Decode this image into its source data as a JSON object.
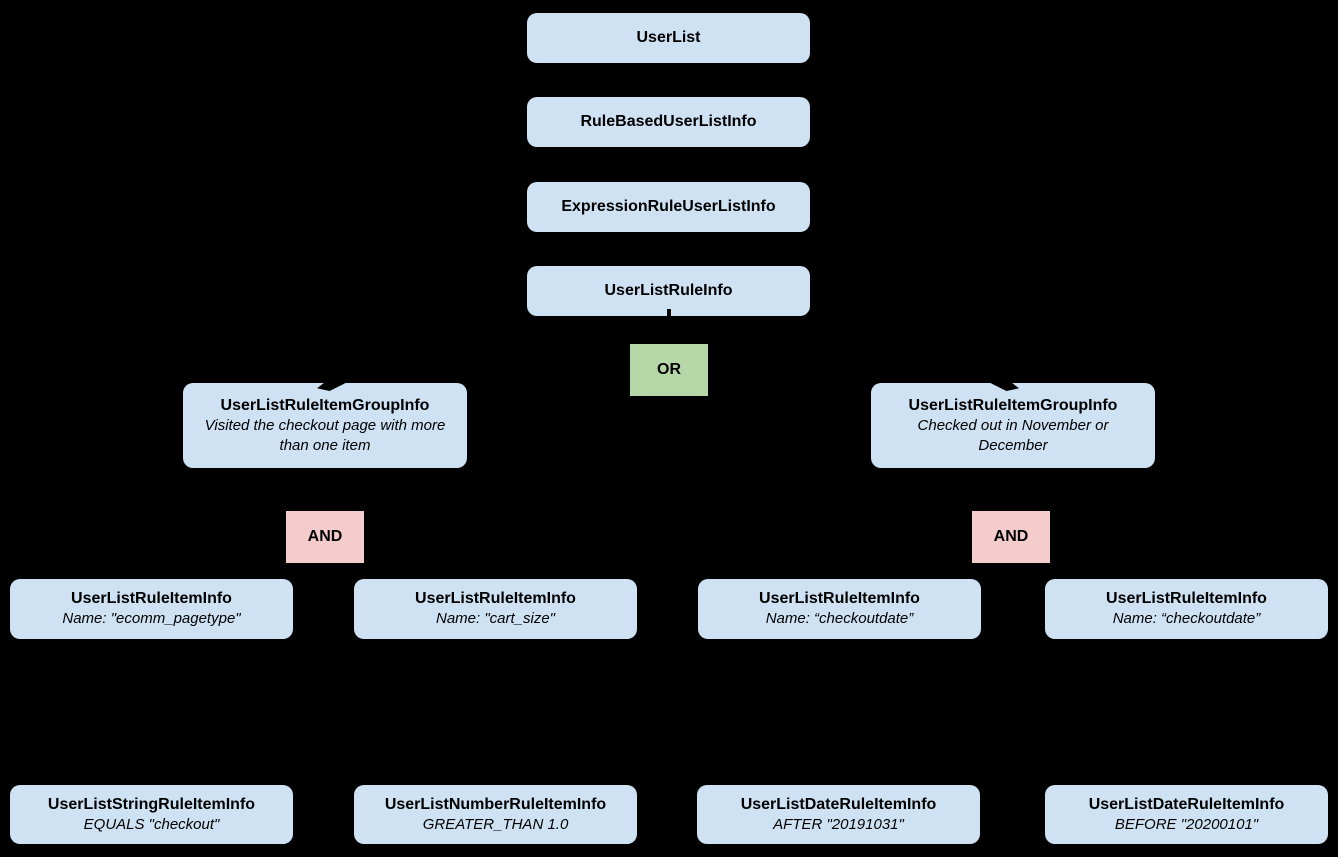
{
  "colors": {
    "background": "#000000",
    "node_fill": "#cfe2f3",
    "or_fill": "#b6d7a8",
    "and_fill": "#f4cccc",
    "text": "#000000"
  },
  "diagram": {
    "userlist": {
      "title": "UserList"
    },
    "rule_based_user_list_info": {
      "title": "RuleBasedUserListInfo"
    },
    "expression_rule_user_list_info": {
      "title": "ExpressionRuleUserListInfo"
    },
    "user_list_rule_info": {
      "title": "UserListRuleInfo"
    },
    "or_operator": {
      "label": "OR"
    },
    "group_left": {
      "title": "UserListRuleItemGroupInfo",
      "subtitle": "Visited the checkout page with more than one item"
    },
    "group_right": {
      "title": "UserListRuleItemGroupInfo",
      "subtitle": "Checked out in November or December"
    },
    "and_left": {
      "label": "AND"
    },
    "and_right": {
      "label": "AND"
    },
    "item_1": {
      "title": "UserListRuleItemInfo",
      "subtitle": "Name: \"ecomm_pagetype\""
    },
    "item_2": {
      "title": "UserListRuleItemInfo",
      "subtitle": "Name: \"cart_size\""
    },
    "item_3": {
      "title": "UserListRuleItemInfo",
      "subtitle": "Name: “checkoutdate”"
    },
    "item_4": {
      "title": "UserListRuleItemInfo",
      "subtitle": "Name: “checkoutdate”"
    },
    "leaf_1": {
      "title": "UserListStringRuleItemInfo",
      "subtitle": "EQUALS \"checkout\""
    },
    "leaf_2": {
      "title": "UserListNumberRuleItemInfo",
      "subtitle": "GREATER_THAN 1.0"
    },
    "leaf_3": {
      "title": "UserListDateRuleItemInfo",
      "subtitle": "AFTER \"20191031\""
    },
    "leaf_4": {
      "title": "UserListDateRuleItemInfo",
      "subtitle": "BEFORE \"20200101\""
    }
  }
}
